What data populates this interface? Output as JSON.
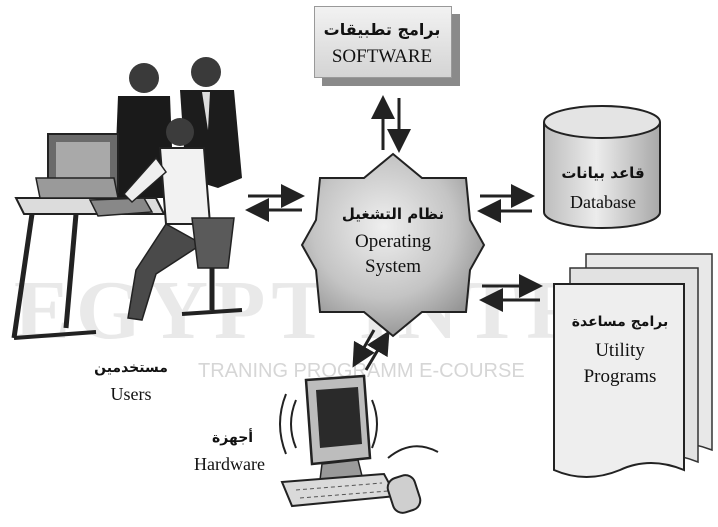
{
  "watermark": {
    "brand": "EGYPT INTRO",
    "tagline": "TRANING PROGRAMM   E-COURSE"
  },
  "nodes": {
    "software": {
      "label_ar": "برامج تطبيقات",
      "label_en": "SOFTWARE"
    },
    "os": {
      "label_ar": "نظام التشغيل",
      "label_en_1": "Operating",
      "label_en_2": "System"
    },
    "database": {
      "label_ar": "قاعد بيانات",
      "label_en": "Database"
    },
    "utility": {
      "label_ar": "برامج مساعدة",
      "label_en_1": "Utility",
      "label_en_2": "Programs"
    },
    "users": {
      "label_ar": "مستخدمين",
      "label_en": "Users"
    },
    "hardware": {
      "label_ar": "أجهزة",
      "label_en": "Hardware"
    }
  },
  "colors": {
    "box": "#dcdcdc",
    "shadow": "#8a8a8a",
    "octagon": "#c9c9c9",
    "ink": "#111111"
  }
}
